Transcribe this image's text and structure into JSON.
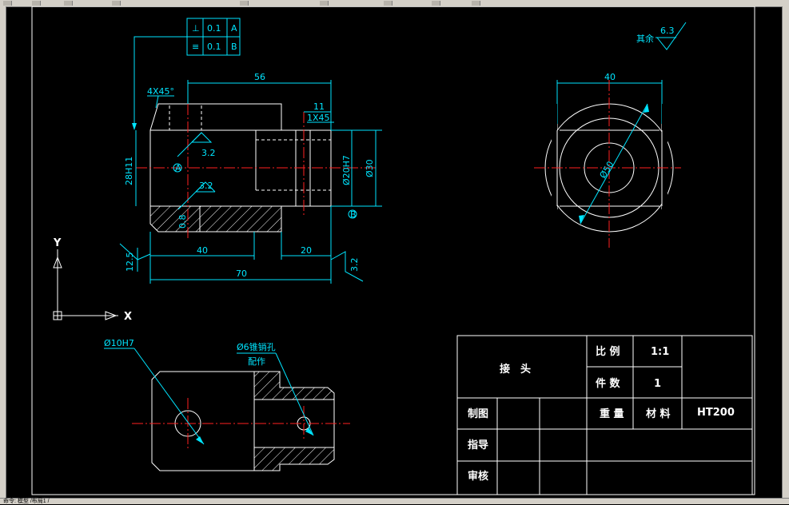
{
  "status_text": "命令: 模型 /布局1 /",
  "axis": {
    "x_label": "X",
    "y_label": "Y"
  },
  "front_view": {
    "tolerance_frame": [
      {
        "symbol": "⊥",
        "value": "0.1",
        "datum": "A"
      },
      {
        "symbol": "≡",
        "value": "0.1",
        "datum": "B"
      }
    ],
    "chamfer_left": "4X45°",
    "chamfer_right": "1X45",
    "dim_top": "56",
    "dim_11": "11",
    "dim_height": "28H11",
    "dim_bore": "Ø20H7",
    "dim_outer": "Ø30",
    "rough_upper": "3.2",
    "rough_lower": "3.2",
    "rough_left": "12.5",
    "rough_right": "3.2",
    "dim_08": "0.8",
    "dim_40": "40",
    "dim_20": "20",
    "dim_70": "70",
    "datum_a": "A",
    "datum_b": "B"
  },
  "side_view": {
    "dim_width": "40",
    "dim_dia": "Ø50",
    "rest_label": "其余",
    "rest_value": "6.3"
  },
  "bottom_view": {
    "hole_note": "Ø10H7",
    "pin_note_1": "Ø6锥销孔",
    "pin_note_2": "配作"
  },
  "title_block": {
    "name": "接　头",
    "scale_label": "比 例",
    "scale_value": "1:1",
    "count_label": "件 数",
    "count_value": "1",
    "drawn": "制图",
    "weight": "重 量",
    "material_label": "材 料",
    "material_value": "HT200",
    "guide": "指导",
    "review": "审核"
  }
}
